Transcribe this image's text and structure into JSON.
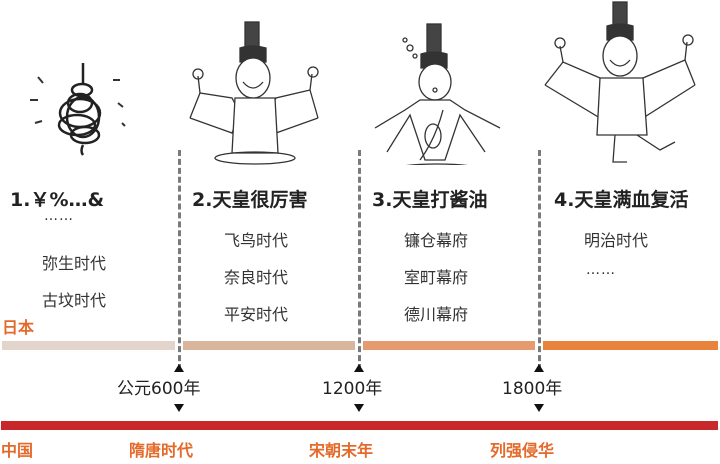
{
  "eras": [
    {
      "title": "1.￥%…&",
      "items": [
        "……",
        "弥生时代",
        "古坟时代"
      ],
      "illustration": "scribble-figure"
    },
    {
      "title": "2.天皇很厉害",
      "items": [
        "飞鸟时代",
        "奈良时代",
        "平安时代"
      ],
      "illustration": "emperor-cheering"
    },
    {
      "title": "3.天皇打酱油",
      "items": [
        "镰仓幕府",
        "室町幕府",
        "德川幕府"
      ],
      "illustration": "emperor-sulking"
    },
    {
      "title": "4.天皇满血复活",
      "items": [
        "明治时代",
        "……"
      ],
      "illustration": "emperor-dancing"
    }
  ],
  "japan": {
    "label": "日本",
    "segment_colors": [
      "#e3d5cb",
      "#d9b59d",
      "#e59a6f",
      "#e9823d"
    ]
  },
  "years": [
    "公元600年",
    "1200年",
    "1800年"
  ],
  "china": {
    "label": "中国",
    "bar_color": "#c8282a",
    "events": [
      "隋唐时代",
      "宋朝末年",
      "列强侵华"
    ]
  },
  "colors": {
    "label_orange": "#e46a2b",
    "divider_gray": "#7a7a7a"
  }
}
